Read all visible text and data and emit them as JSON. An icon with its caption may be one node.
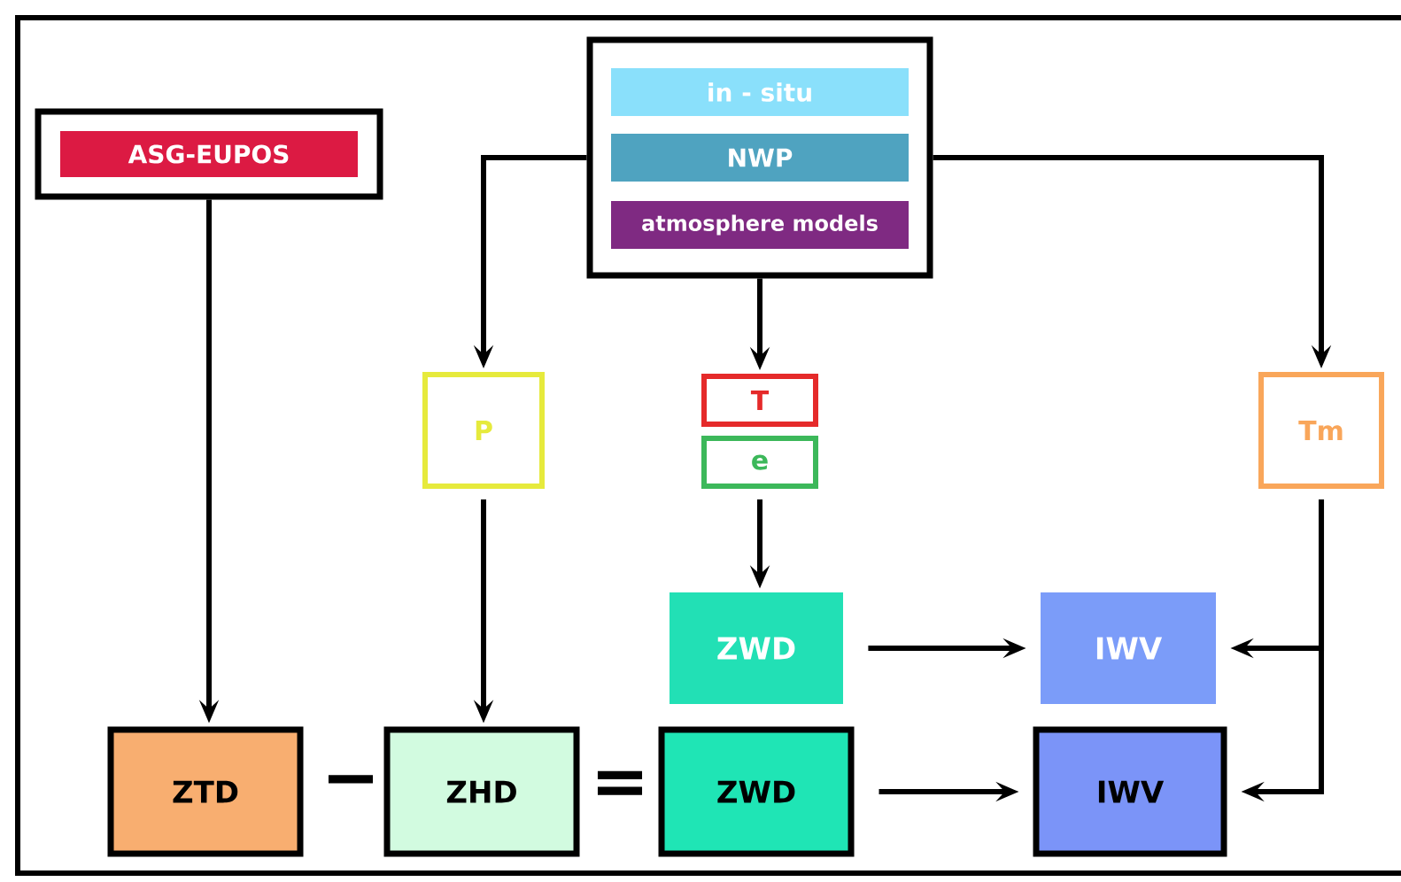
{
  "diagram": {
    "nodes": [
      {
        "text": [
          "ASG-EUPOS"
        ]
      },
      {
        "text": [],
        "shape": "box"
      },
      {
        "text": [
          "in - situ"
        ],
        "in": 1
      },
      {
        "text": [
          "NWP"
        ],
        "in": 1
      },
      {
        "text": [
          "atmosphere models"
        ],
        "in": 1
      },
      {
        "text": [
          "P"
        ]
      },
      {
        "text": [
          "T"
        ]
      },
      {
        "text": [
          "e"
        ]
      },
      {
        "text": [
          "Tm"
        ]
      },
      {
        "text": [
          "ZWD"
        ]
      },
      {
        "text": [
          "IWV"
        ]
      },
      {
        "text": [
          "ZTD"
        ]
      },
      {
        "text": [
          "ZHD"
        ]
      },
      {
        "text": [
          "ZWD"
        ]
      },
      {
        "text": [
          "IWV"
        ]
      }
    ],
    "edges": [
      {
        "from": 0,
        "to": 11,
        "arrow": "to"
      },
      {
        "from": 1,
        "to": 5,
        "arrow": "to"
      },
      {
        "from": 1,
        "to": 6,
        "arrow": "to"
      },
      {
        "from": 1,
        "to": 8,
        "arrow": "to"
      },
      {
        "from": 7,
        "to": 9,
        "arrow": "to"
      },
      {
        "from": 5,
        "to": 12,
        "arrow": "to"
      },
      {
        "from": 9,
        "to": 10,
        "arrow": "to"
      },
      {
        "from": 8,
        "to": 10,
        "arrow": "to"
      },
      {
        "from": 8,
        "to": 14,
        "arrow": "to"
      },
      {
        "from": 13,
        "to": 14,
        "arrow": "to"
      }
    ],
    "labels": [
      "−",
      "="
    ]
  }
}
